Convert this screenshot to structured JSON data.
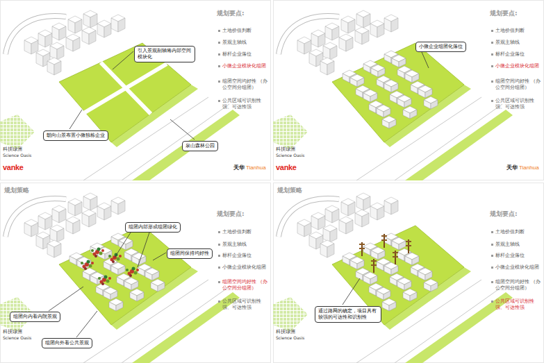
{
  "diagram": {
    "nodes": [
      {
        "text": [
          "引入景观副轴将内部空间模块化"
        ]
      },
      {
        "text": [
          "朝向山景布置小微独栋企业"
        ]
      },
      {
        "text": [
          "泉山森林公园"
        ]
      },
      {
        "text": [
          "小微企业组团化落位"
        ]
      },
      {
        "text": [
          "组团内部形成组团绿化"
        ]
      },
      {
        "text": [
          "组团间保持均好性"
        ]
      },
      {
        "text": [
          "组团向内看内院景观"
        ]
      },
      {
        "text": [
          "组团向外看公共景观"
        ]
      },
      {
        "text": [
          "通过路网的确定，项目具有较强的可达性和识别性"
        ]
      }
    ],
    "labels": [
      "规划要点:",
      "土地价值判断",
      "景观主轴线",
      "标杆企业落位",
      "小微企业模块化组团",
      "组团空间均好性 （办公空间分组团）",
      "公共区域可识别性强、可达性强",
      "科技绿洲",
      "Science Oasis",
      "vanke",
      "天华",
      "Tianhua",
      "规划要点:",
      "土地价值判断",
      "景观主轴线",
      "标杆企业落位",
      "小微企业模块化组团",
      "组团空间均好性 （办公空间分组团）",
      "公共区域可识别性强、可达性强",
      "科技绿洲",
      "Science Oasis",
      "vanke",
      "天华",
      "Tianhua",
      "规划策略",
      "规划要点:",
      "土地价值判断",
      "景观主轴线",
      "标杆企业落位",
      "小微企业模块化组团",
      "组团空间均好性 （办公空间分组团）",
      "公共区域可识别性强、可达性强",
      "科技绿洲",
      "Science Oasis",
      "规划策略",
      "规划要点:",
      "土地价值判断",
      "景观主轴线",
      "标杆企业落位",
      "小微企业模块化组团",
      "组团空间均好性 （办公空间分组团）",
      "公共区域可识别性强、可达性强",
      "科技绿洲",
      "Science Oasis"
    ]
  }
}
